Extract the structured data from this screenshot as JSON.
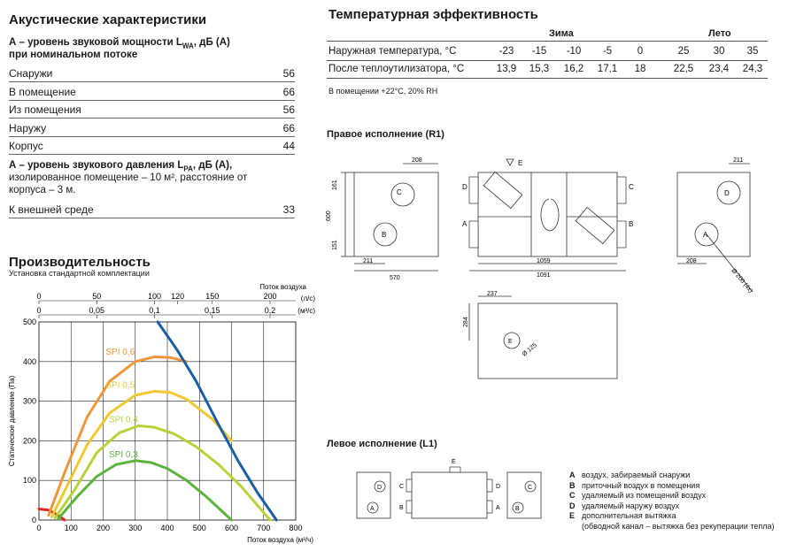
{
  "acoustic": {
    "title": "Акустические характеристики",
    "power_heading_1": "А – уровень звуковой мощности L",
    "power_sub": "WA",
    "power_heading_2": ", дБ (А)",
    "power_heading_3": "при номинальном потоке",
    "rows": [
      {
        "label": "Снаружи",
        "value": "56"
      },
      {
        "label": "В помещение",
        "value": "66"
      },
      {
        "label": "Из помещения",
        "value": "56"
      },
      {
        "label": "Наружу",
        "value": "66"
      },
      {
        "label": "Корпус",
        "value": "44"
      }
    ],
    "pressure_heading_1": "А – уровень звукового давления L",
    "pressure_sub": "PA",
    "pressure_heading_2": ", дБ (А),",
    "pressure_line_2": "изолированное помещение – 10 м², расстояние от",
    "pressure_line_3": "корпуса – 3 м.",
    "external": {
      "label": "К внешней среде",
      "value": "33"
    }
  },
  "temperature": {
    "title": "Температурная эффективность",
    "winter": "Зима",
    "summer": "Лето",
    "outdoor_label": "Наружная температура, °C",
    "outdoor_values": [
      "-23",
      "-15",
      "-10",
      "-5",
      "0",
      "25",
      "30",
      "35"
    ],
    "after_label": "После теплоутилизатора, °C",
    "after_values": [
      "13,9",
      "15,3",
      "16,2",
      "17,1",
      "18",
      "22,5",
      "23,4",
      "24,3"
    ],
    "note": "В помещении +22°C, 20% RH"
  },
  "right_version": {
    "title": "Правое исполнение (R1)",
    "dims": {
      "d208": "208",
      "d161": "161",
      "d600": "600",
      "d151": "151",
      "d211": "211",
      "d570": "570",
      "d1059": "1059",
      "d1091": "1091",
      "d211b": "211",
      "d208b": "208",
      "d237": "237",
      "d284": "284",
      "dia125": "Ø 125",
      "dia200": "Ø 200 (4x)"
    },
    "letters": {
      "a": "A",
      "b": "B",
      "c": "C",
      "d": "D",
      "e": "E"
    }
  },
  "left_version": {
    "title": "Левое исполнение (L1)"
  },
  "legend": [
    {
      "key": "A",
      "text": "воздух, забираемый снаружи"
    },
    {
      "key": "B",
      "text": "приточный воздух в помещения"
    },
    {
      "key": "C",
      "text": "удаляемый из помещений воздух"
    },
    {
      "key": "D",
      "text": "удаляемый наружу воздух"
    },
    {
      "key": "E",
      "text": "дополнительная вытяжка"
    },
    {
      "key": "",
      "text": "(обводной канал – вытяжка без рекуперации тепла)"
    }
  ],
  "performance": {
    "title": "Производительность",
    "subtitle": "Установка стандартной комплектации"
  },
  "chart_data": {
    "type": "line",
    "title": "",
    "xlabel": "Поток воздуха (м³/ч)",
    "ylabel": "Статическое давление (Па)",
    "top_axis_label": "Поток воздуха",
    "top_axis_ls_unit": "(л/с)",
    "top_axis_m3s_unit": "(м³/с)",
    "xlim": [
      0,
      800
    ],
    "ylim": [
      0,
      500
    ],
    "x_ticks": [
      "0",
      "100",
      "200",
      "300",
      "400",
      "500",
      "600",
      "700",
      "800"
    ],
    "y_ticks": [
      "0",
      "100",
      "200",
      "300",
      "400",
      "500"
    ],
    "top_ls_ticks": [
      {
        "v": 0,
        "label": "0"
      },
      {
        "v": 50,
        "label": "50"
      },
      {
        "v": 100,
        "label": "100"
      },
      {
        "v": 150,
        "label": "150"
      },
      {
        "v": 200,
        "label": "200"
      }
    ],
    "top_ls_ticks_right": [
      {
        "v": 120,
        "label": "120"
      }
    ],
    "top_m3s_ticks": [
      {
        "v": 0,
        "label": "0"
      },
      {
        "v": 0.05,
        "label": "0,05"
      },
      {
        "v": 0.1,
        "label": "0,1"
      },
      {
        "v": 0.15,
        "label": "0,15"
      },
      {
        "v": 0.2,
        "label": "0,2"
      }
    ],
    "grid": true,
    "series": [
      {
        "name": "",
        "color": "#e0281f",
        "x": [
          0,
          30,
          60,
          80
        ],
        "y": [
          28,
          25,
          12,
          0
        ]
      },
      {
        "name": "SPI 0,6",
        "color": "#f0963a",
        "x": [
          30,
          80,
          150,
          220,
          300,
          360,
          410,
          460
        ],
        "y": [
          12,
          120,
          260,
          350,
          400,
          412,
          410,
          400
        ]
      },
      {
        "name": "SPI 0,5",
        "color": "#f2c832",
        "x": [
          40,
          90,
          150,
          220,
          300,
          360,
          410,
          460,
          540,
          600
        ],
        "y": [
          8,
          90,
          190,
          270,
          315,
          325,
          322,
          305,
          255,
          200
        ]
      },
      {
        "name": "SPI 0,4",
        "color": "#b8d23a",
        "x": [
          50,
          110,
          180,
          250,
          310,
          360,
          420,
          490,
          560,
          630,
          720
        ],
        "y": [
          5,
          75,
          170,
          220,
          238,
          234,
          218,
          185,
          140,
          85,
          0
        ]
      },
      {
        "name": "SPI 0,3",
        "color": "#5bb33c",
        "x": [
          60,
          120,
          180,
          240,
          300,
          350,
          400,
          460,
          520,
          600
        ],
        "y": [
          3,
          60,
          110,
          140,
          150,
          145,
          130,
          100,
          60,
          0
        ]
      },
      {
        "name": "",
        "color": "#1b5ea8",
        "x": [
          370,
          430,
          490,
          560,
          620,
          680,
          740
        ],
        "y": [
          500,
          430,
          350,
          240,
          150,
          70,
          0
        ]
      }
    ]
  }
}
